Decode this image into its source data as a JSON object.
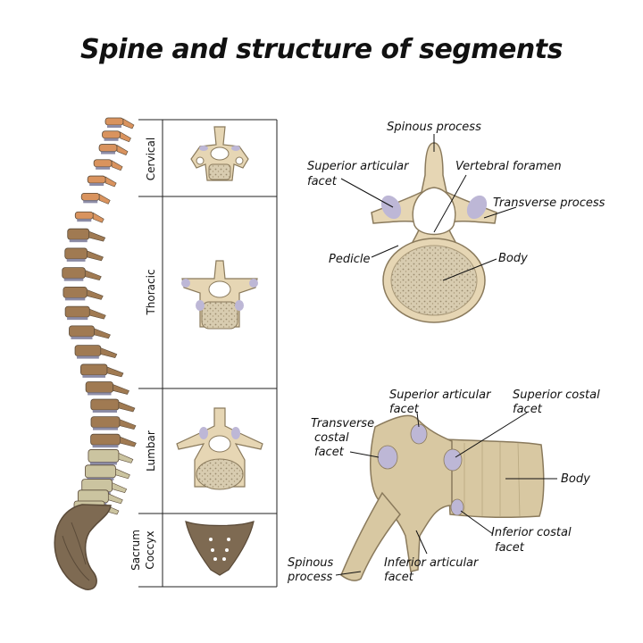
{
  "title": "Spine and structure of segments",
  "segments": {
    "cervical": "Cervical",
    "thoracic": "Thoracic",
    "lumbar": "Lumbar",
    "sacrum": "Sacrum",
    "coccyx": "Coccyx"
  },
  "top_view": {
    "spinous_process": "Spinous process",
    "superior_articular_1": "Superior articular",
    "superior_articular_2": "facet",
    "vertebral_foramen": "Vertebral foramen",
    "transverse_process": "Transverse process",
    "pedicle": "Pedicle",
    "body": "Body"
  },
  "side_view": {
    "superior_articular_1": "Superior articular",
    "superior_articular_2": "facet",
    "superior_costal_1": "Superior costal",
    "superior_costal_2": "facet",
    "transverse_costal_1": "Transverse",
    "transverse_costal_2": "costal",
    "transverse_costal_3": "facet",
    "body": "Body",
    "inferior_costal_1": "Inferior costal",
    "inferior_costal_2": "facet",
    "spinous_1": "Spinous",
    "spinous_2": "process",
    "inferior_articular_1": "Inferior articular",
    "inferior_articular_2": "facet"
  },
  "colors": {
    "bone": "#e6d6b4",
    "bone_outline": "#8a7a5c",
    "cervical": "#d9935e",
    "thoracic": "#a07a52",
    "lumbar": "#cbc4a0",
    "sacrum": "#7e6a52",
    "disc": "#8c8ca6",
    "facet": "#bdb7d6"
  }
}
